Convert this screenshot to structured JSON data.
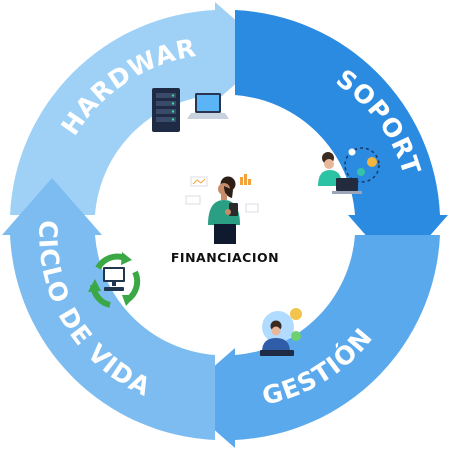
{
  "cycle": {
    "segments": [
      {
        "key": "hardware",
        "label": "HARDWARE",
        "color": "#9fd1f6",
        "icon": "server-and-laptop-icon"
      },
      {
        "key": "soporte",
        "label": "SOPORTE",
        "color": "#2b8be0",
        "icon": "support-agent-icon"
      },
      {
        "key": "gestion",
        "label": "GESTIÓN",
        "color": "#5aa9ec",
        "icon": "management-person-icon"
      },
      {
        "key": "ciclo",
        "label": "CICLO DE VIDA",
        "color": "#7cbcf0",
        "icon": "recycle-computer-icon"
      }
    ],
    "center": {
      "label": "FINANCIACION",
      "icon": "finance-woman-with-tablet-icon"
    }
  }
}
